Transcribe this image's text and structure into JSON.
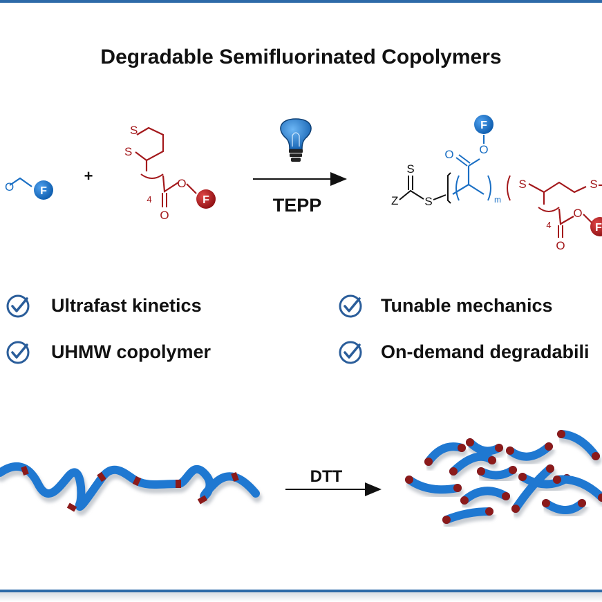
{
  "title": "Degradable Semifluorinated Copolymers",
  "reaction": {
    "plus": "+",
    "catalyst_label": "TEPP",
    "degradation_label": "DTT",
    "lightbulb_icon": "lightbulb-icon"
  },
  "atoms": {
    "fluoro": "F",
    "oxygen": "O",
    "sulfur": "S",
    "z_group": "Z",
    "chain_length": "4",
    "repeat_m": "m"
  },
  "features": [
    {
      "label": "Ultrafast kinetics",
      "icon": "check-circle-icon"
    },
    {
      "label": "UHMW copolymer",
      "icon": "check-circle-icon"
    },
    {
      "label": "Tunable mechanics",
      "icon": "check-circle-icon"
    },
    {
      "label": "On-demand degradabili",
      "icon": "check-circle-icon"
    }
  ],
  "colors": {
    "frame": "#2d6aa8",
    "blue_monomer": "#1a6fc4",
    "red_monomer": "#a3181b",
    "polymer_blue": "#1f78d1",
    "polymer_red": "#8b1a1a",
    "check": "#2a5d9a"
  }
}
